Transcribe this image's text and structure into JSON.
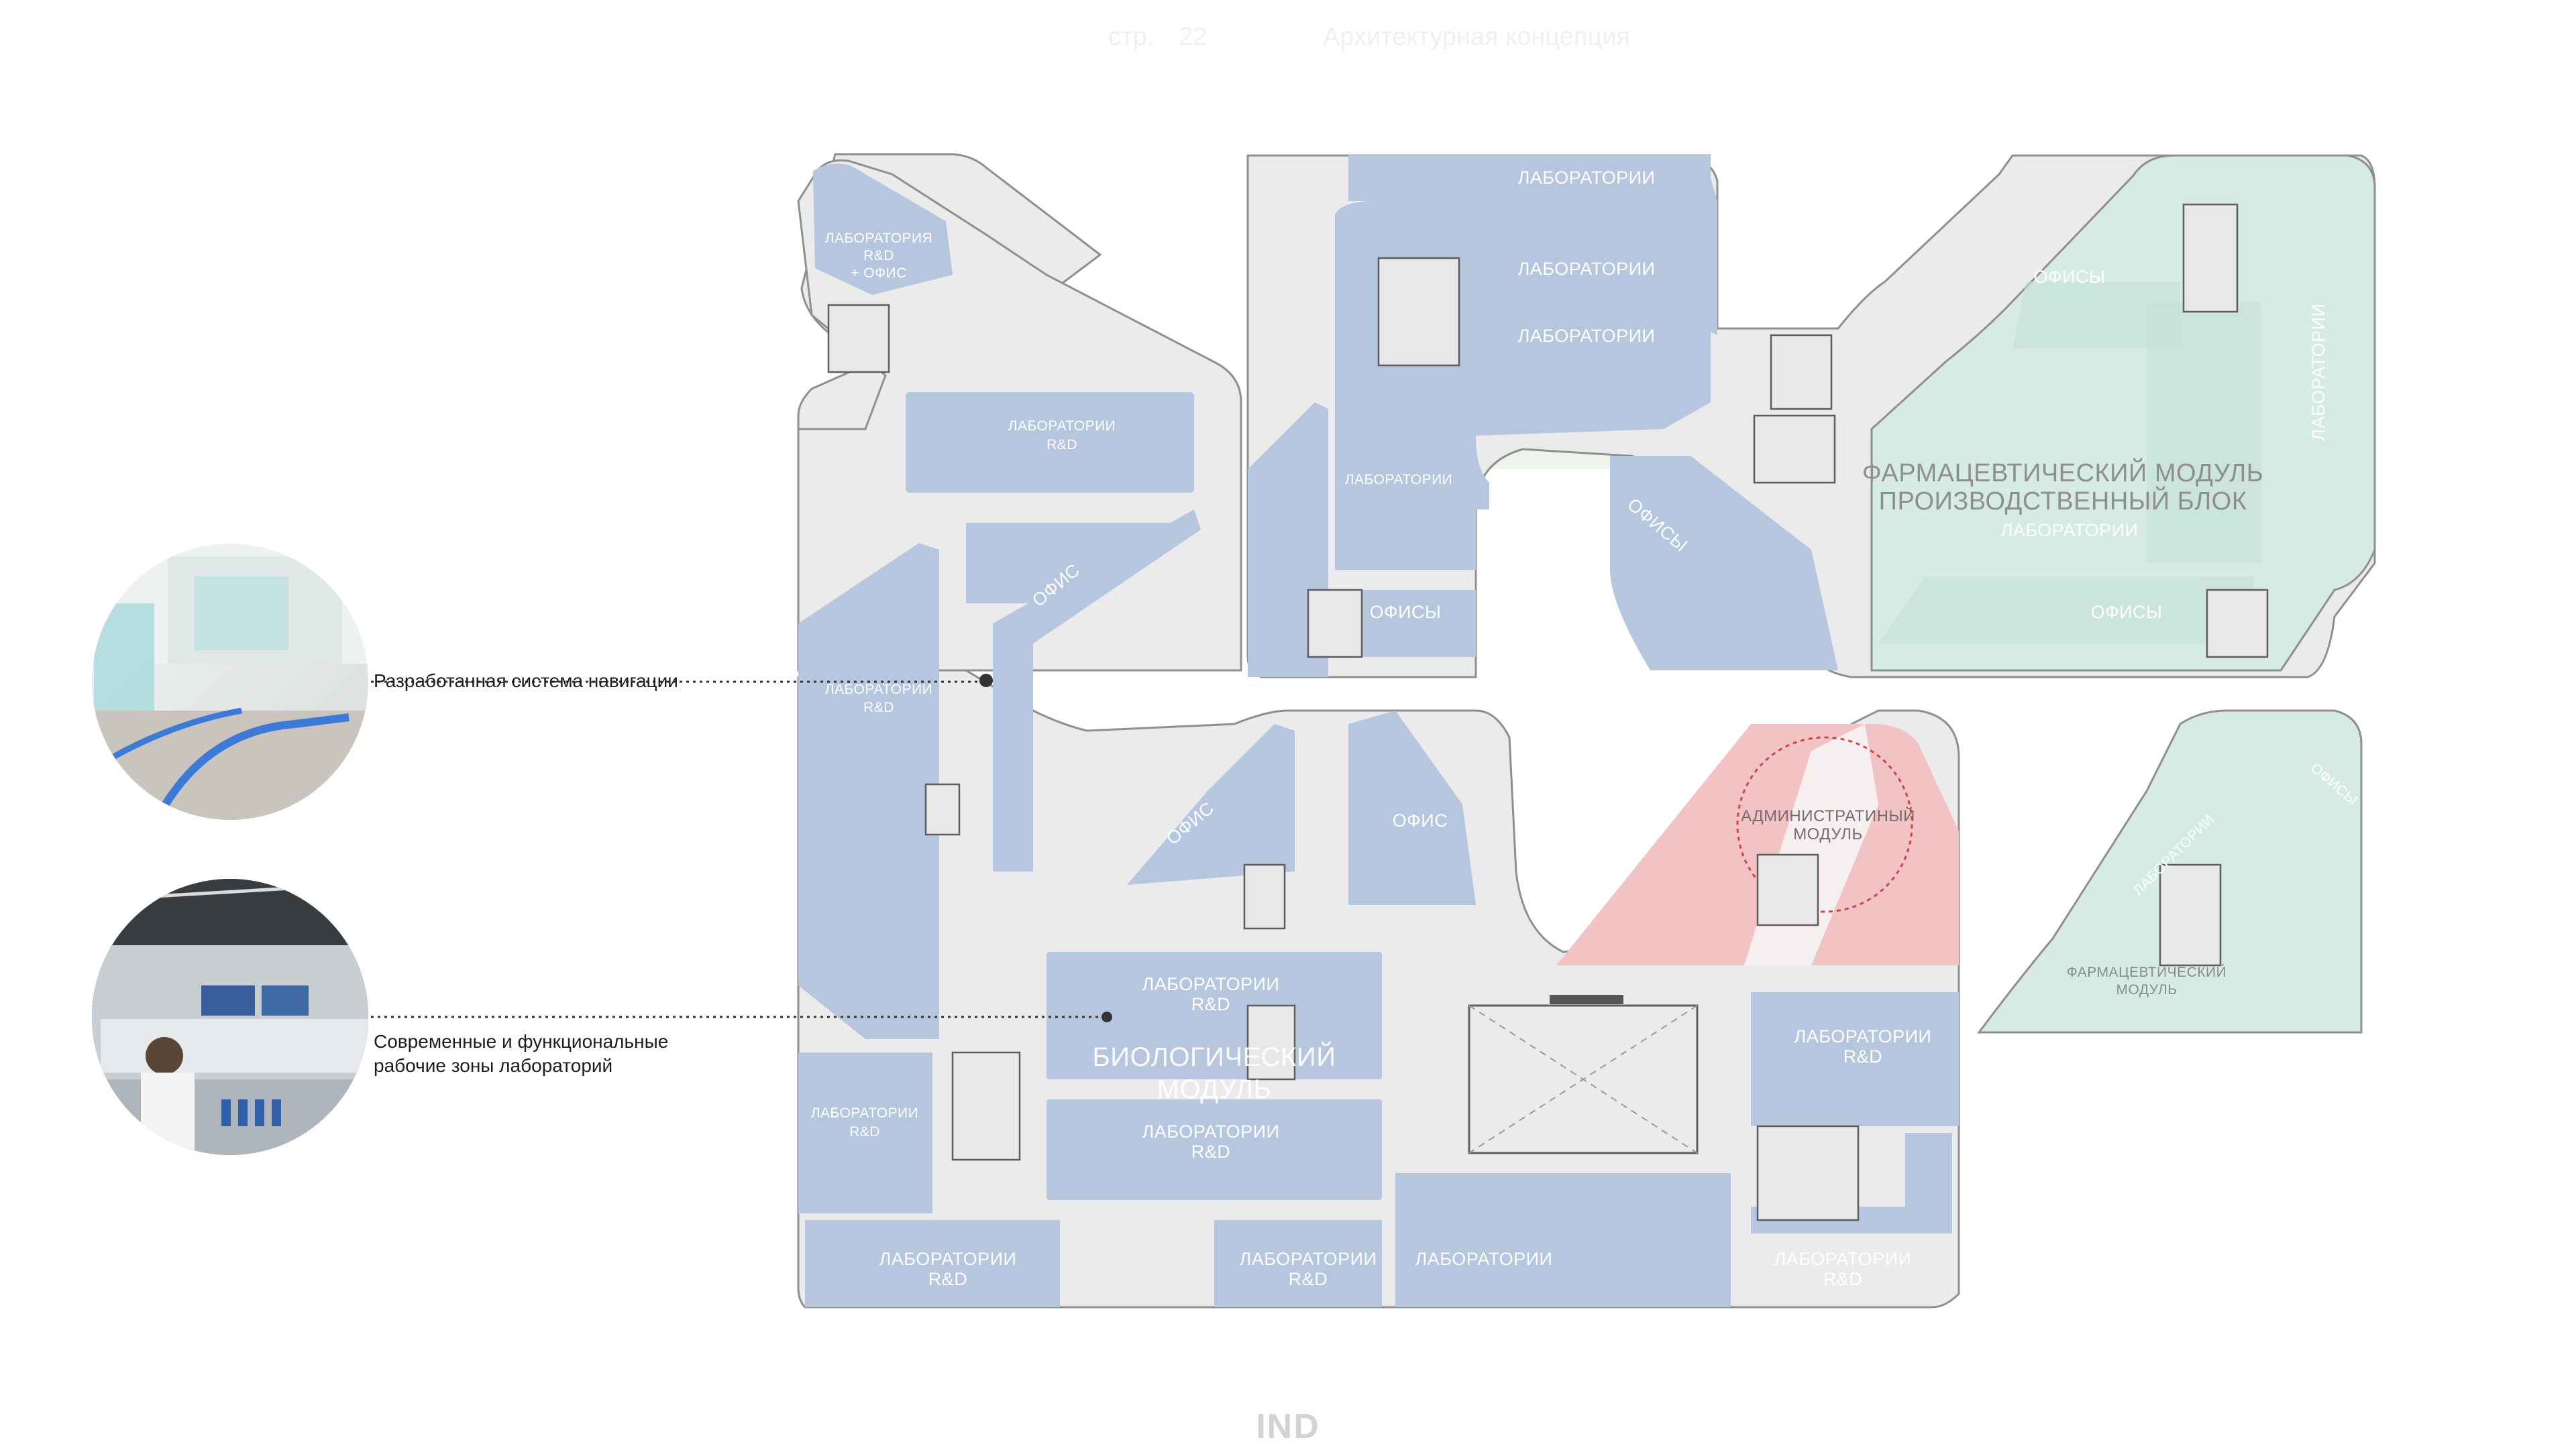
{
  "header": {
    "page_prefix": "стр.",
    "page_number": "22",
    "section_title": "Архитектурная концепция"
  },
  "footer": {
    "brand": "IND"
  },
  "callouts": [
    {
      "text": "Разработанная система навигации"
    },
    {
      "text": "Современные и функциональные\nрабочие зоны лабораторий"
    }
  ],
  "plan": {
    "labels": {
      "lab_rd_office": [
        "ЛАБОРАТОРИЯ",
        "R&D",
        "+ ОФИС"
      ],
      "lab_rd_1": [
        "ЛАБОРАТОРИИ",
        "R&D"
      ],
      "office_1": "ОФИС",
      "lab_rd_2": [
        "ЛАБОРАТОРИИ",
        "R&D"
      ],
      "office_2": "ОФИС",
      "office_3": "ОФИС",
      "lab_rd_center_top": [
        "ЛАБОРАТОРИИ",
        "R&D"
      ],
      "bio_module": [
        "БИОЛОГИЧЕСКИЙ",
        "МОДУЛЬ"
      ],
      "lab_rd_center_bottom": [
        "ЛАБОРАТОРИИ",
        "R&D"
      ],
      "lab_rd_3": [
        "ЛАБОРАТОРИИ",
        "R&D"
      ],
      "lab_rd_bottom_1": [
        "ЛАБОРАТОРИИ",
        "R&D"
      ],
      "lab_rd_bottom_2": [
        "ЛАБОРАТОРИИ",
        "R&D"
      ],
      "lab_bottom": "ЛАБОРАТОРИИ",
      "lab_rd_right_1": [
        "ЛАБОРАТОРИИ",
        "R&D"
      ],
      "lab_rd_right_2": [
        "ЛАБОРАТОРИИ",
        "R&D"
      ],
      "lab_top": "ЛАБОРАТОРИИ",
      "lab_2": "ЛАБОРАТОРИИ",
      "lab_3": "ЛАБОРАТОРИИ",
      "lab_4": "ЛАБОРАТОРИИ",
      "offices_1": "ОФИСЫ",
      "offices_diag": "ОФИСЫ",
      "admin_module": [
        "АДМИНИСТРАТИНЫЙ",
        "МОДУЛЬ"
      ],
      "pharma_module": [
        "ФАРМАЦЕВТИЧЕСКИЙ МОДУЛЬ",
        "ПРОИЗВОДСТВЕННЫЙ БЛОК"
      ],
      "pharma_lab": "ЛАБОРАТОРИИ",
      "pharma_offices_top": "ОФИСЫ",
      "pharma_offices_bottom": "ОФИСЫ",
      "pharma_lab_vertical": "ЛАБОРАТОРИИ",
      "pharma2_offices": "ОФИСЫ",
      "pharma2_lab": "ЛАБОРАТОРИИ",
      "pharma2_module": [
        "ФАРМАЦЕВТИЧЕСКИЙ",
        "МОДУЛЬ"
      ]
    },
    "colors": {
      "lab_blue": "#b6c6de",
      "corridor": "#ebebeb",
      "pharma_green": "#d7ebe6",
      "landscape_green": "#eef4ec",
      "admin_red": "#f2c3c4",
      "outline": "#8f8f8f"
    }
  },
  "photos": [
    {
      "icon": "navigation-corridor-photo"
    },
    {
      "icon": "laboratory-workspace-photo"
    }
  ]
}
